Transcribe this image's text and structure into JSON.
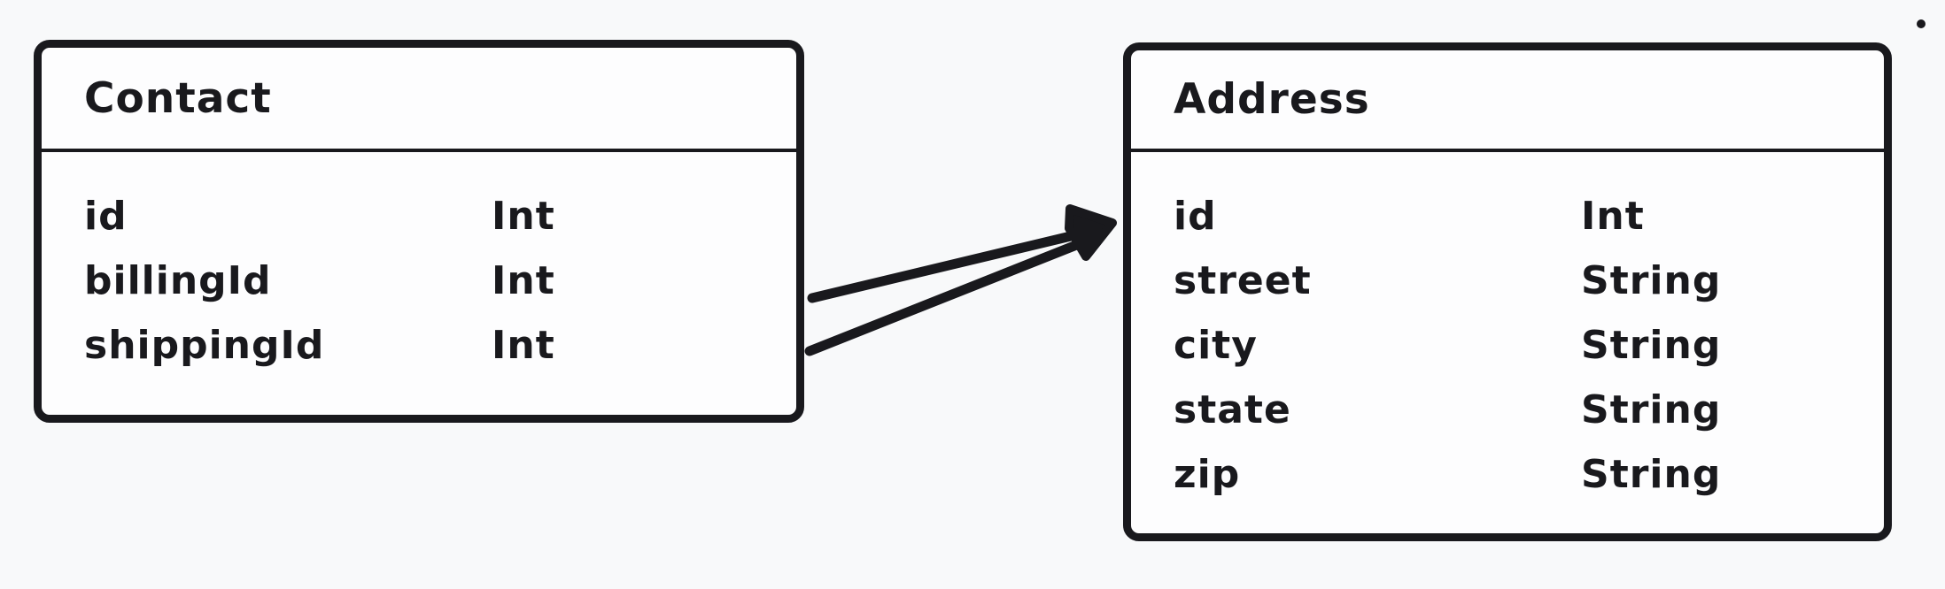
{
  "canvas": {
    "background_color": "#f8f9fa",
    "stroke_color": "#19191d",
    "box_fill_color": "#fdfdfe"
  },
  "entities": [
    {
      "name": "Contact",
      "fields": [
        {
          "name": "id",
          "type": "Int"
        },
        {
          "name": "billingId",
          "type": "Int"
        },
        {
          "name": "shippingId",
          "type": "Int"
        }
      ]
    },
    {
      "name": "Address",
      "fields": [
        {
          "name": "id",
          "type": "Int"
        },
        {
          "name": "street",
          "type": "String"
        },
        {
          "name": "city",
          "type": "String"
        },
        {
          "name": "state",
          "type": "String"
        },
        {
          "name": "zip",
          "type": "String"
        }
      ]
    }
  ],
  "relations": [
    {
      "from": "Contact.billingId",
      "to": "Address.id"
    },
    {
      "from": "Contact.shippingId",
      "to": "Address.id"
    }
  ]
}
